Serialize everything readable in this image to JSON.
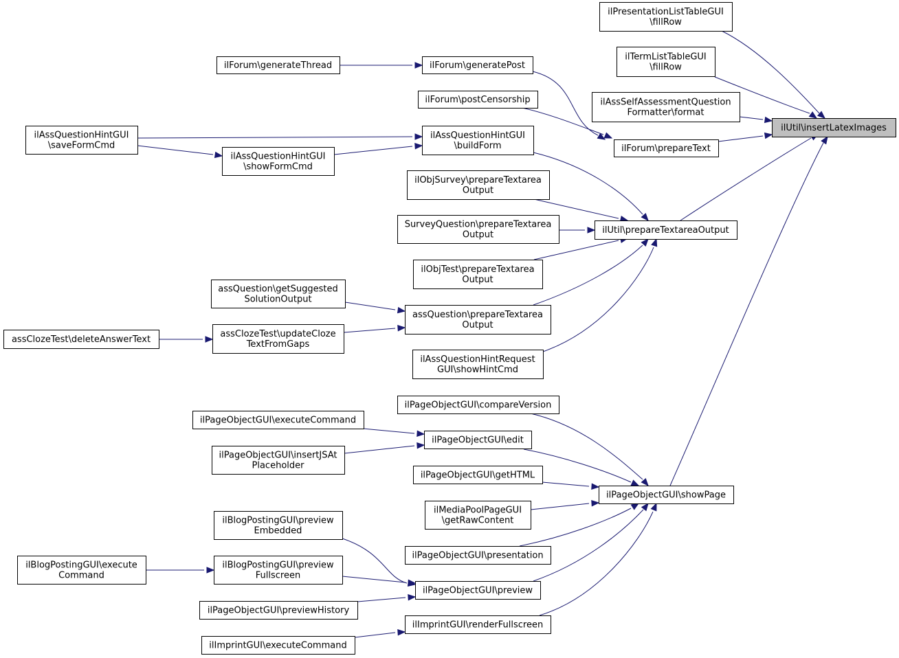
{
  "graph": {
    "target": "n_insertLatexImages",
    "nodes": [
      {
        "id": "n_insertLatexImages",
        "lines": [
          "ilUtil\\insertLatexImages"
        ]
      },
      {
        "id": "n_presList",
        "lines": [
          "ilPresentationListTableGUI",
          "\\fillRow"
        ]
      },
      {
        "id": "n_termList",
        "lines": [
          "ilTermListTableGUI",
          "\\fillRow"
        ]
      },
      {
        "id": "n_assSelfFmt",
        "lines": [
          "ilAssSelfAssessmentQuestion",
          "Formatter\\format"
        ]
      },
      {
        "id": "n_forumPrepareText",
        "lines": [
          "ilForum\\prepareText"
        ]
      },
      {
        "id": "n_forumGeneratePost",
        "lines": [
          "ilForum\\generatePost"
        ]
      },
      {
        "id": "n_forumGenerateThread",
        "lines": [
          "ilForum\\generateThread"
        ]
      },
      {
        "id": "n_forumPostCensorship",
        "lines": [
          "ilForum\\postCensorship"
        ]
      },
      {
        "id": "n_hintBuildForm",
        "lines": [
          "ilAssQuestionHintGUI",
          "\\buildForm"
        ]
      },
      {
        "id": "n_hintSaveFormCmd",
        "lines": [
          "ilAssQuestionHintGUI",
          "\\saveFormCmd"
        ]
      },
      {
        "id": "n_hintShowFormCmd",
        "lines": [
          "ilAssQuestionHintGUI",
          "\\showFormCmd"
        ]
      },
      {
        "id": "n_prepTextareaOutput",
        "lines": [
          "ilUtil\\prepareTextareaOutput"
        ]
      },
      {
        "id": "n_objSurveyPrep",
        "lines": [
          "ilObjSurvey\\prepareTextarea",
          "Output"
        ]
      },
      {
        "id": "n_surveyQuestionPrep",
        "lines": [
          "SurveyQuestion\\prepareTextarea",
          "Output"
        ]
      },
      {
        "id": "n_objTestPrep",
        "lines": [
          "ilObjTest\\prepareTextarea",
          "Output"
        ]
      },
      {
        "id": "n_assQuestionPrep",
        "lines": [
          "assQuestion\\prepareTextarea",
          "Output"
        ]
      },
      {
        "id": "n_assQuestionSuggested",
        "lines": [
          "assQuestion\\getSuggested",
          "SolutionOutput"
        ]
      },
      {
        "id": "n_clozeUpdate",
        "lines": [
          "assClozeTest\\updateCloze",
          "TextFromGaps"
        ]
      },
      {
        "id": "n_clozeDelete",
        "lines": [
          "assClozeTest\\deleteAnswerText"
        ]
      },
      {
        "id": "n_hintRequestShow",
        "lines": [
          "ilAssQuestionHintRequest",
          "GUI\\showHintCmd"
        ]
      },
      {
        "id": "n_pogShowPage",
        "lines": [
          "ilPageObjectGUI\\showPage"
        ]
      },
      {
        "id": "n_pogCompareVersion",
        "lines": [
          "ilPageObjectGUI\\compareVersion"
        ]
      },
      {
        "id": "n_pogEdit",
        "lines": [
          "ilPageObjectGUI\\edit"
        ]
      },
      {
        "id": "n_pogExecuteCommand",
        "lines": [
          "ilPageObjectGUI\\executeCommand"
        ]
      },
      {
        "id": "n_pogInsertJSAt",
        "lines": [
          "ilPageObjectGUI\\insertJSAt",
          "Placeholder"
        ]
      },
      {
        "id": "n_pogGetHTML",
        "lines": [
          "ilPageObjectGUI\\getHTML"
        ]
      },
      {
        "id": "n_mediaPoolRaw",
        "lines": [
          "ilMediaPoolPageGUI",
          "\\getRawContent"
        ]
      },
      {
        "id": "n_pogPresentation",
        "lines": [
          "ilPageObjectGUI\\presentation"
        ]
      },
      {
        "id": "n_pogPreview",
        "lines": [
          "ilPageObjectGUI\\preview"
        ]
      },
      {
        "id": "n_blogPreviewEmbedded",
        "lines": [
          "ilBlogPostingGUI\\preview",
          "Embedded"
        ]
      },
      {
        "id": "n_blogPreviewFullscreen",
        "lines": [
          "ilBlogPostingGUI\\preview",
          "Fullscreen"
        ]
      },
      {
        "id": "n_blogExecuteCommand",
        "lines": [
          "ilBlogPostingGUI\\execute",
          "Command"
        ]
      },
      {
        "id": "n_pogPreviewHistory",
        "lines": [
          "ilPageObjectGUI\\previewHistory"
        ]
      },
      {
        "id": "n_imprintRenderFullscreen",
        "lines": [
          "ilImprintGUI\\renderFullscreen"
        ]
      },
      {
        "id": "n_imprintExecuteCommand",
        "lines": [
          "ilImprintGUI\\executeCommand"
        ]
      }
    ],
    "edges": [
      {
        "from": "n_presList",
        "to": "n_insertLatexImages"
      },
      {
        "from": "n_termList",
        "to": "n_insertLatexImages"
      },
      {
        "from": "n_assSelfFmt",
        "to": "n_insertLatexImages"
      },
      {
        "from": "n_forumPrepareText",
        "to": "n_insertLatexImages"
      },
      {
        "from": "n_prepTextareaOutput",
        "to": "n_insertLatexImages"
      },
      {
        "from": "n_pogShowPage",
        "to": "n_insertLatexImages"
      },
      {
        "from": "n_forumGenerateThread",
        "to": "n_forumGeneratePost"
      },
      {
        "from": "n_forumGeneratePost",
        "to": "n_forumPrepareText"
      },
      {
        "from": "n_forumPostCensorship",
        "to": "n_forumPrepareText"
      },
      {
        "from": "n_hintSaveFormCmd",
        "to": "n_hintBuildForm"
      },
      {
        "from": "n_hintSaveFormCmd",
        "to": "n_hintShowFormCmd"
      },
      {
        "from": "n_hintShowFormCmd",
        "to": "n_hintBuildForm"
      },
      {
        "from": "n_hintBuildForm",
        "to": "n_prepTextareaOutput"
      },
      {
        "from": "n_objSurveyPrep",
        "to": "n_prepTextareaOutput"
      },
      {
        "from": "n_surveyQuestionPrep",
        "to": "n_prepTextareaOutput"
      },
      {
        "from": "n_objTestPrep",
        "to": "n_prepTextareaOutput"
      },
      {
        "from": "n_assQuestionPrep",
        "to": "n_prepTextareaOutput"
      },
      {
        "from": "n_hintRequestShow",
        "to": "n_prepTextareaOutput"
      },
      {
        "from": "n_assQuestionSuggested",
        "to": "n_assQuestionPrep"
      },
      {
        "from": "n_clozeUpdate",
        "to": "n_assQuestionPrep"
      },
      {
        "from": "n_clozeDelete",
        "to": "n_clozeUpdate"
      },
      {
        "from": "n_pogCompareVersion",
        "to": "n_pogShowPage"
      },
      {
        "from": "n_pogEdit",
        "to": "n_pogShowPage"
      },
      {
        "from": "n_pogGetHTML",
        "to": "n_pogShowPage"
      },
      {
        "from": "n_mediaPoolRaw",
        "to": "n_pogShowPage"
      },
      {
        "from": "n_pogPresentation",
        "to": "n_pogShowPage"
      },
      {
        "from": "n_pogPreview",
        "to": "n_pogShowPage"
      },
      {
        "from": "n_imprintRenderFullscreen",
        "to": "n_pogShowPage"
      },
      {
        "from": "n_pogExecuteCommand",
        "to": "n_pogEdit"
      },
      {
        "from": "n_pogInsertJSAt",
        "to": "n_pogEdit"
      },
      {
        "from": "n_blogPreviewEmbedded",
        "to": "n_pogPreview"
      },
      {
        "from": "n_blogPreviewFullscreen",
        "to": "n_pogPreview"
      },
      {
        "from": "n_pogPreviewHistory",
        "to": "n_pogPreview"
      },
      {
        "from": "n_blogExecuteCommand",
        "to": "n_blogPreviewFullscreen"
      },
      {
        "from": "n_imprintExecuteCommand",
        "to": "n_imprintRenderFullscreen"
      }
    ]
  },
  "colors": {
    "edge": "#191970",
    "node_border": "#000000",
    "node_fill": "#ffffff",
    "target_fill": "#bfbfbf"
  }
}
